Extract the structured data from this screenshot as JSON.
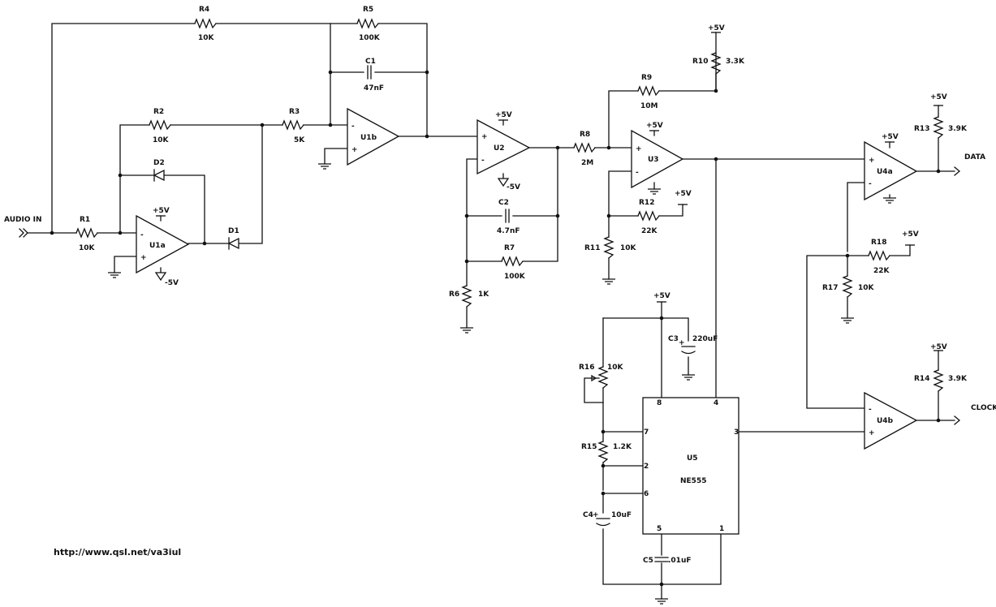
{
  "url": "http://www.qsl.net/va3iul",
  "ports": {
    "audio_in": "AUDIO IN",
    "data": "DATA",
    "clock": "CLOCK"
  },
  "supply": {
    "pos": "+5V",
    "neg": "-5V"
  },
  "resistors": {
    "R1": {
      "ref": "R1",
      "value": "10K"
    },
    "R2": {
      "ref": "R2",
      "value": "10K"
    },
    "R3": {
      "ref": "R3",
      "value": "5K"
    },
    "R4": {
      "ref": "R4",
      "value": "10K"
    },
    "R5": {
      "ref": "R5",
      "value": "100K"
    },
    "R6": {
      "ref": "R6",
      "value": "1K"
    },
    "R7": {
      "ref": "R7",
      "value": "100K"
    },
    "R8": {
      "ref": "R8",
      "value": "2M"
    },
    "R9": {
      "ref": "R9",
      "value": "10M"
    },
    "R10": {
      "ref": "R10",
      "value": "3.3K"
    },
    "R11": {
      "ref": "R11",
      "value": "10K"
    },
    "R12": {
      "ref": "R12",
      "value": "22K"
    },
    "R13": {
      "ref": "R13",
      "value": "3.9K"
    },
    "R14": {
      "ref": "R14",
      "value": "3.9K"
    },
    "R15": {
      "ref": "R15",
      "value": "1.2K"
    },
    "R16": {
      "ref": "R16",
      "value": "10K"
    },
    "R17": {
      "ref": "R17",
      "value": "10K"
    },
    "R18": {
      "ref": "R18",
      "value": "22K"
    }
  },
  "capacitors": {
    "C1": {
      "ref": "C1",
      "value": "47nF"
    },
    "C2": {
      "ref": "C2",
      "value": "4.7nF"
    },
    "C3": {
      "ref": "C3",
      "value": "220uF"
    },
    "C4": {
      "ref": "C4",
      "value": "10uF"
    },
    "C5": {
      "ref": "C5",
      "value": ".01uF"
    }
  },
  "diodes": {
    "D1": "D1",
    "D2": "D2"
  },
  "opamps": {
    "U1a": "U1a",
    "U1b": "U1b",
    "U2": "U2",
    "U3": "U3",
    "U4a": "U4a",
    "U4b": "U4b"
  },
  "opamp_pins": {
    "minus": "-",
    "plus": "+"
  },
  "timer": {
    "ref": "U5",
    "part": "NE555",
    "pins": {
      "p1": "1",
      "p2": "2",
      "p3": "3",
      "p4": "4",
      "p5": "5",
      "p6": "6",
      "p7": "7",
      "p8": "8"
    }
  }
}
